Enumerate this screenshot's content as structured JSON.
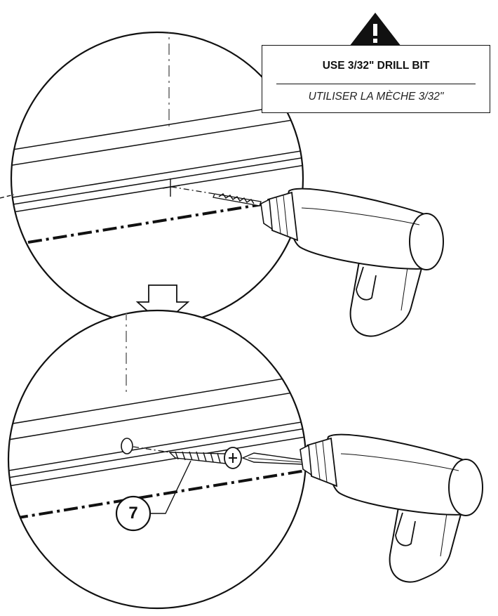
{
  "warning": {
    "icon": "warning-triangle-icon",
    "text_en": "USE 3/32\" DRILL BIT",
    "text_fr": "UTILISER LA MÈCHE 3/32\""
  },
  "steps": [
    {
      "name": "drill-pilot-hole",
      "tool": "drill-icon",
      "bit": "drill-bit-icon"
    },
    {
      "name": "drive-screw",
      "tool": "drill-icon",
      "bit": "screwdriver-bit-icon"
    }
  ],
  "parts": [
    {
      "label": "7",
      "icon": "screw-icon"
    }
  ],
  "colors": {
    "line": "#111111",
    "centerline": "#8c8c8c",
    "background": "#ffffff"
  }
}
